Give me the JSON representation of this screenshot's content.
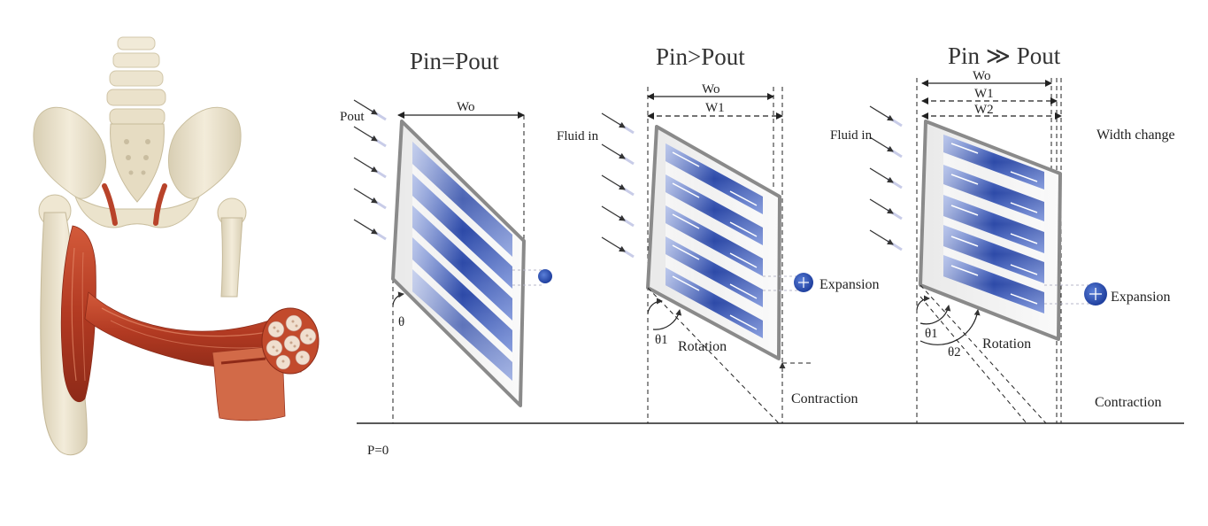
{
  "panels": [
    {
      "title": "Pin=Pout",
      "left_label": "Pout",
      "width_labels": [
        "Wo"
      ],
      "angle_labels": [
        "θ"
      ],
      "rotation_label": "",
      "expansion_label": "",
      "contraction_label": ""
    },
    {
      "title": "Pin>Pout",
      "left_label": "Fluid in",
      "width_labels": [
        "Wo",
        "W1"
      ],
      "angle_labels": [
        "θ1"
      ],
      "rotation_label": "Rotation",
      "expansion_label": "Expansion",
      "contraction_label": "Contraction"
    },
    {
      "title": "Pin ≫ Pout",
      "left_label": "Fluid in",
      "width_labels": [
        "Wo",
        "W1",
        "W2"
      ],
      "angle_labels": [
        "θ1",
        "θ2"
      ],
      "rotation_label": "Rotation",
      "expansion_label": "Expansion",
      "contraction_label": "Contraction",
      "side_label": "Width change"
    }
  ],
  "baseline_label": "P=0",
  "colors": {
    "bone": "#ece4cf",
    "bone_shadow": "#c9bea2",
    "muscle": "#c0452b",
    "muscle_light": "#e07a55",
    "tube": "#2e4fb0",
    "frame": "#8a8a8a",
    "line": "#222222"
  },
  "icons": [
    "pelvis-illustration",
    "muscle-fiber-bundle",
    "expansion-icon"
  ]
}
